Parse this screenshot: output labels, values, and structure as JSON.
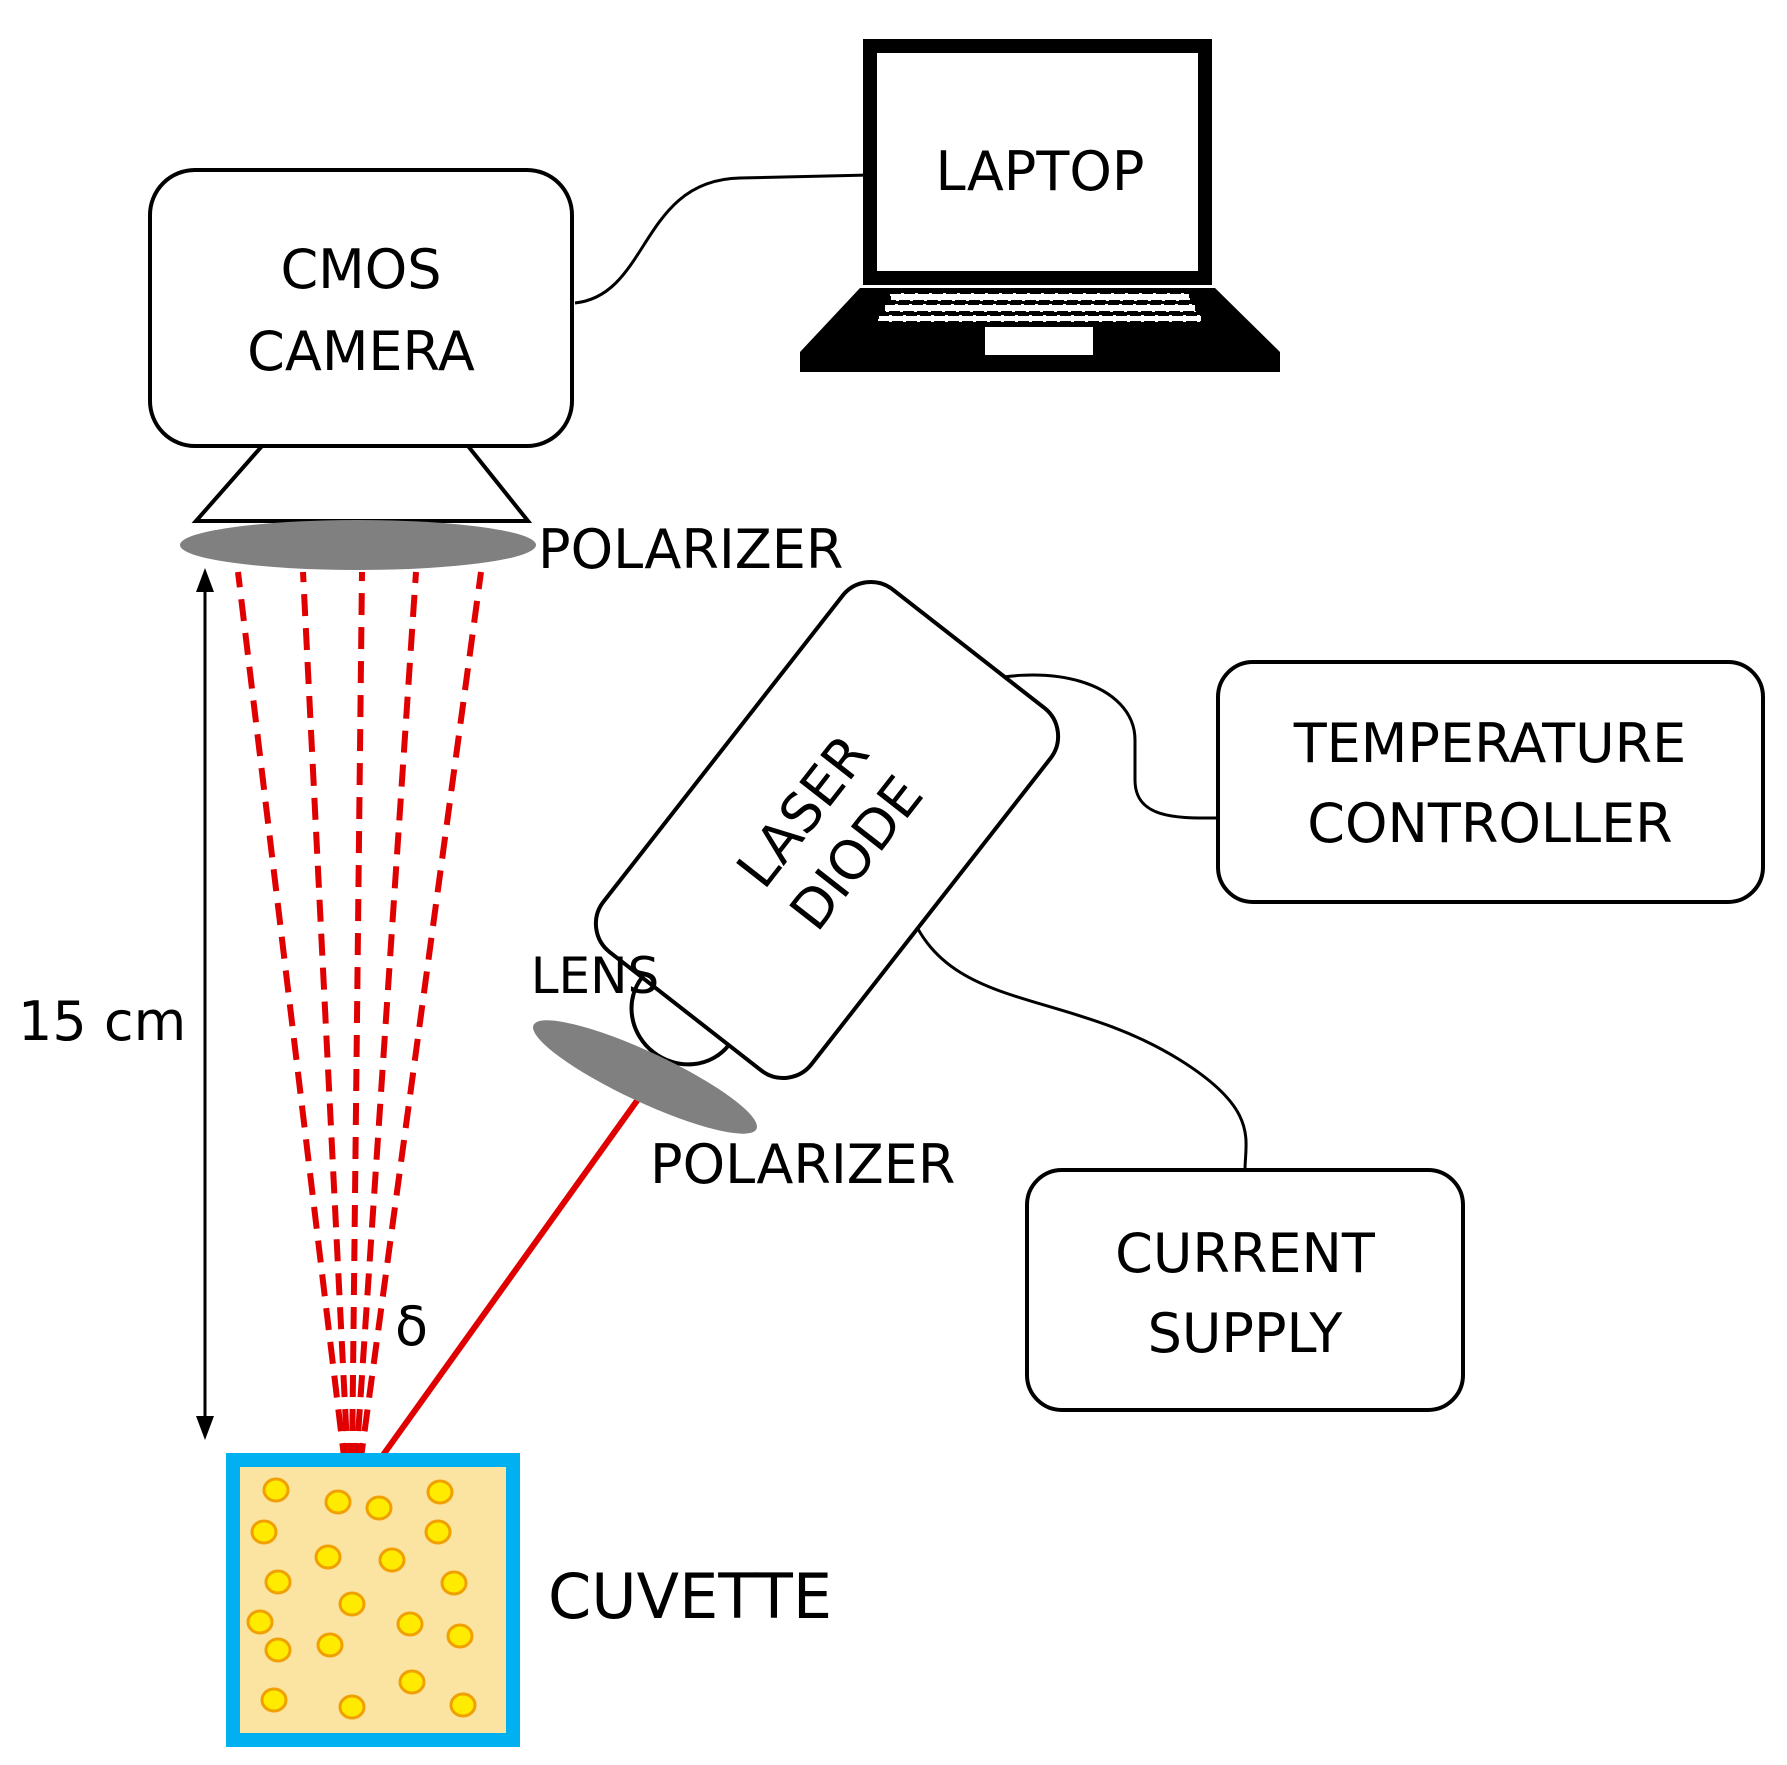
{
  "labels": {
    "camera_line1": "CMOS",
    "camera_line2": "CAMERA",
    "laptop": "LAPTOP",
    "polarizer_top": "POLARIZER",
    "laser_line1": "LASER",
    "laser_line2": "DIODE",
    "lens": "LENS",
    "polarizer_bottom": "POLARIZER",
    "temp_line1": "TEMPERATURE",
    "temp_line2": "CONTROLLER",
    "current_line1": "CURRENT",
    "current_line2": "SUPPLY",
    "distance": "15 cm",
    "angle": "δ",
    "cuvette": "CUVETTE"
  },
  "colors": {
    "beam": "#e00000",
    "polarizer": "#808080",
    "cuvette_border": "#00b0f0",
    "cuvette_fill": "#fbe3a1",
    "particle_fill": "#ffeb00",
    "particle_stroke": "#f0a000"
  }
}
